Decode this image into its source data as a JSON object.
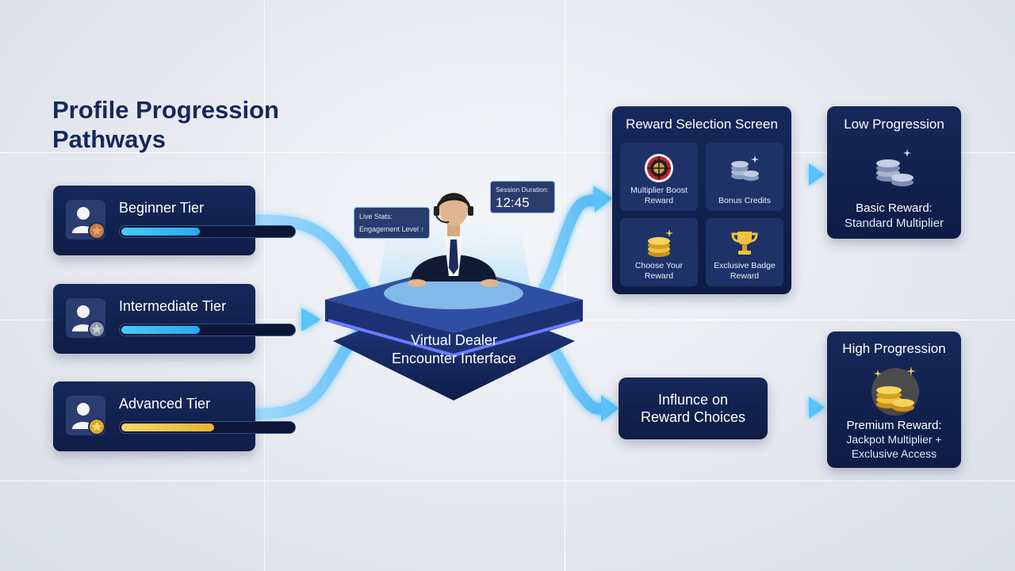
{
  "title": "Profile Progression Pathways",
  "tiers": [
    {
      "label": "Beginner Tier",
      "progress": 0.45,
      "badge": "bronze"
    },
    {
      "label": "Intermediate Tier",
      "progress": 0.45,
      "badge": "silver"
    },
    {
      "label": "Advanced Tier",
      "progress": 0.53,
      "badge": "gold"
    }
  ],
  "live_stats": {
    "line1": "Live Stats:",
    "line2": "Engagement Level ↑"
  },
  "session": {
    "label": "Session Duration:",
    "value": "12:45"
  },
  "dealer": {
    "line1": "Virtual Dealer",
    "line2": "Encounter Interface"
  },
  "reward_screen": {
    "title": "Reward Selection Screen",
    "tiles": [
      {
        "label": "Multiplier Boost Reward",
        "icon": "roulette-wheel-icon"
      },
      {
        "label": "Bonus Credits",
        "icon": "silver-chips-icon"
      },
      {
        "label": "Choose Your Reward",
        "icon": "gold-coins-icon"
      },
      {
        "label": "Exclusive Badge Reward",
        "icon": "trophy-icon"
      }
    ]
  },
  "influence": {
    "line1": "Influnce on",
    "line2": "Reward Choices"
  },
  "low": {
    "title": "Low Progression",
    "line1": "Basic Reward:",
    "line2": "Standard Multiplier"
  },
  "high": {
    "title": "High Progression",
    "line1": "Premium Reward:",
    "line2": "Jackpot Multiplier +",
    "line3": "Exclusive Access"
  },
  "colors": {
    "flow": "#58c4fb",
    "panel": "#13245a",
    "gold": "#f2c53d",
    "title": "#15285e"
  }
}
